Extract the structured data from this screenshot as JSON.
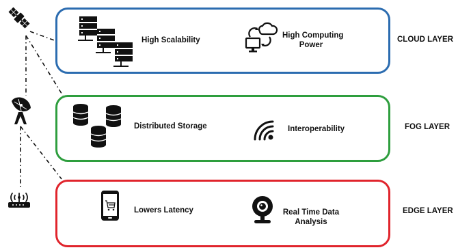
{
  "colors": {
    "cloud": "#2b6cb0",
    "fog": "#2e9e3e",
    "edge": "#e0242c",
    "icon": "#111111"
  },
  "layers": [
    {
      "id": "cloud",
      "label": "CLOUD LAYER",
      "features": [
        {
          "label": "High Scalability",
          "icon": "server-stack-icon"
        },
        {
          "label": "High Computing Power",
          "line1": "High Computing",
          "line2": "Power",
          "icon": "cloud-computer-icon"
        }
      ]
    },
    {
      "id": "fog",
      "label": "FOG LAYER",
      "features": [
        {
          "label": "Distributed Storage",
          "icon": "database-icon"
        },
        {
          "label": "Interoperability",
          "icon": "wireless-signal-icon"
        }
      ]
    },
    {
      "id": "edge",
      "label": "EDGE LAYER",
      "features": [
        {
          "label": "Lowers Latency",
          "icon": "mobile-shopping-icon"
        },
        {
          "label": "Real Time Data Analysis",
          "line1": "Real Time Data",
          "line2": "Analysis",
          "icon": "webcam-icon"
        }
      ]
    }
  ],
  "devices": [
    {
      "icon": "satellite-icon"
    },
    {
      "icon": "satellite-dish-icon"
    },
    {
      "icon": "wifi-router-icon"
    }
  ]
}
